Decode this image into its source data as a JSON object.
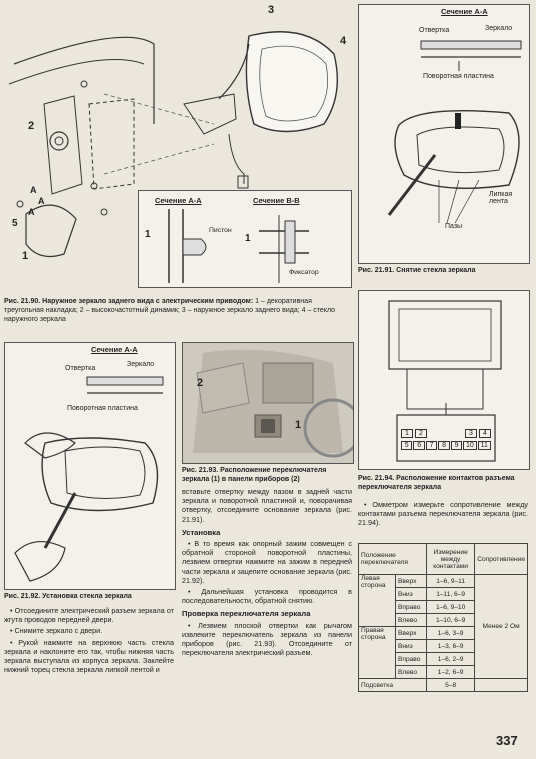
{
  "fig2190": {
    "callouts": [
      "3",
      "4",
      "2",
      "5",
      "1",
      "A",
      "A",
      "A"
    ],
    "section_aa_title": "Сечение А-А",
    "section_bb_title": "Сечение В-В",
    "piston_label": "Пистон",
    "fixator_label": "Фиксатор",
    "num_1a": "1",
    "num_1b": "1",
    "caption_bold": "Рис. 21.90. Наружное зеркало заднего вида с электрическим приводом:",
    "caption_text": "1 – декоративная треугольная накладка; 2 – высокочастотный динамик; 3 – наружное зеркало заднего вида; 4 – стекло наружного зеркала"
  },
  "fig2191": {
    "section_title": "Сечение А-А",
    "otvertka": "Отвертка",
    "zerkalo": "Зеркало",
    "povorotnaya": "Поворотная пластина",
    "lipkaya": "Липкая лента",
    "pazy": "Пазы",
    "caption": "Рис. 21.91. Снятие стекла зеркала"
  },
  "fig2192": {
    "section_title": "Сечение А-А",
    "otvertka": "Отвертка",
    "zerkalo": "Зеркало",
    "povorotnaya": "Поворотная пластина",
    "caption": "Рис. 21.92. Установка стекла зеркала"
  },
  "fig2193": {
    "num_1": "1",
    "num_2": "2",
    "caption": "Рис. 21.93. Расположение переключателя зеркала (1) в панели приборов (2)"
  },
  "fig2194": {
    "pins_top_left": [
      "1",
      "2"
    ],
    "pins_top_right": [
      "3",
      "4"
    ],
    "pins_bottom": [
      "5",
      "6",
      "7",
      "8",
      "9",
      "10",
      "11"
    ],
    "caption": "Рис. 21.94. Расположение контактов разъема переключателя зеркала"
  },
  "left_text": {
    "p1": "• Отсоедините электрический разъем зеркала от жгута проводов передней двери.",
    "p2": "• Снимите зеркало с двери.",
    "p3": "• Рукой нажмите на верхнюю часть стекла зеркала и наклоните его так, чтобы нижняя часть зеркала выступала из корпуса зеркала. Заклейте нижний торец стекла зеркала липкой лентой и"
  },
  "mid_text": {
    "p1": "вставьте отвертку между пазом в задней части зеркала и поворотной пластиной и, поворачивая отвертку, отсоедините основание зеркала (рис. 21.91).",
    "heading1": "Установка",
    "p2": "• В то время как опорный зажим совмещен с обратной стороной поворотной пластины, лезвием отвертки нажмите на зажим в передней части зеркала и зацепите основание зеркала (рис. 21.92).",
    "p3": "• Дальнейшая установка проводится в последовательности, обратной снятию.",
    "heading2": "Проверка переключателя зеркала",
    "p4": "• Лезвием плоской отвертки как рычагом извлеките переключатель зеркала из панели приборов (рис. 21.93). Отсоедините от переключателя электрический разъем."
  },
  "right_text": {
    "p1": "• Омметром измерьте сопротивление между контактами разъема переключателя зеркала (рис. 21.94)."
  },
  "table": {
    "header_position": "Положение переключателя",
    "header_measure": "Измерение между контактами",
    "header_resist": "Сопротивление",
    "left_group": "Левая сторона",
    "right_group": "Правая сторона",
    "dir_up": "Вверх",
    "dir_down": "Вниз",
    "dir_right": "Вправо",
    "dir_left": "Влево",
    "l_up": "1–6, 9–11",
    "l_down": "1–11, 6–9",
    "l_right": "1–6, 9–10",
    "l_left": "1–10, 6–9",
    "r_up": "1–6, 3–9",
    "r_down": "1–3, 6–9",
    "r_right": "1–6, 2–9",
    "r_left": "1–2, 6–9",
    "resist_value": "Менее 2 Ом",
    "backlight": "Подсветка",
    "backlight_val": "5–8"
  },
  "page_number": "337"
}
